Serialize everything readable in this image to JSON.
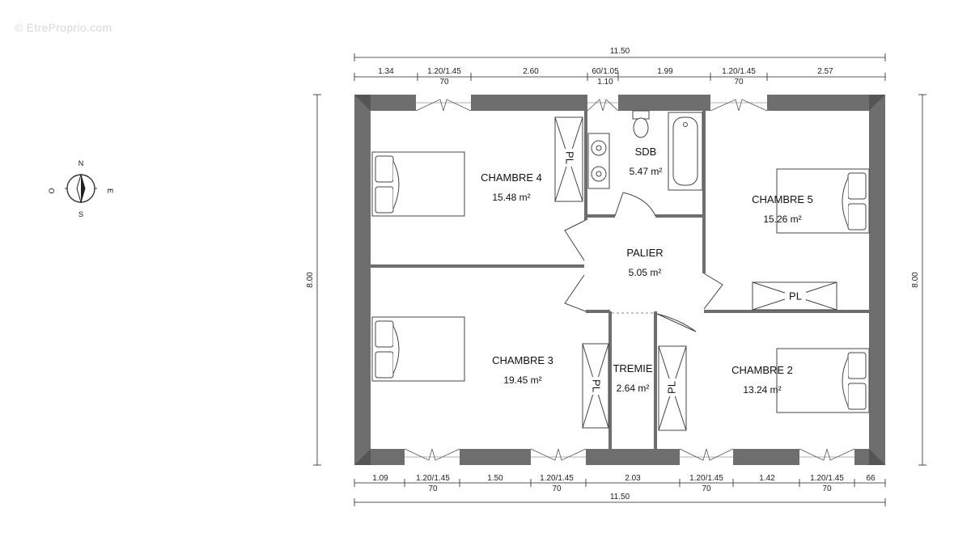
{
  "watermark": "© EtreProprio.com",
  "compass": {
    "n": "N",
    "s": "S",
    "e": "E",
    "o": "O"
  },
  "dims": {
    "top_total": "11.50",
    "top": [
      "1.34",
      "1.20/1.45",
      "2.60",
      "60/1.05",
      "1.99",
      "1.20/1.45",
      "2.57"
    ],
    "top_sub": [
      "70",
      "1.10",
      "70"
    ],
    "bottom": [
      "1.09",
      "1.20/1.45",
      "1.50",
      "1.20/1.45",
      "2.03",
      "1.20/1.45",
      "1.42",
      "1.20/1.45",
      "66"
    ],
    "bottom_sub": [
      "70",
      "70",
      "70",
      "70"
    ],
    "bottom_total": "11.50",
    "left": "8.00",
    "right": "8.00"
  },
  "rooms": {
    "chambre4": {
      "name": "CHAMBRE 4",
      "area": "15.48 m²"
    },
    "sdb": {
      "name": "SDB",
      "area": "5.47 m²"
    },
    "chambre5": {
      "name": "CHAMBRE 5",
      "area": "15.26 m²"
    },
    "palier": {
      "name": "PALIER",
      "area": "5.05 m²"
    },
    "chambre3": {
      "name": "CHAMBRE 3",
      "area": "19.45 m²"
    },
    "tremie": {
      "name": "TREMIE",
      "area": "2.64 m²"
    },
    "chambre2": {
      "name": "CHAMBRE 2",
      "area": "13.24 m²"
    }
  },
  "pl": "PL"
}
